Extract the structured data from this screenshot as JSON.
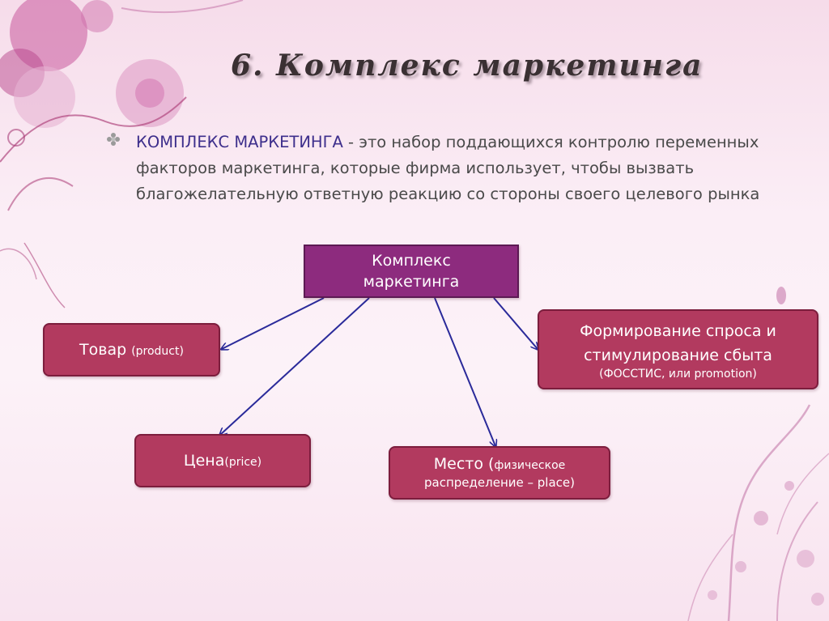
{
  "slide": {
    "title": "6. Комплекс маркетинга"
  },
  "definition": {
    "term": "КОМПЛЕКС МАРКЕТИНГА",
    "text": " - это набор поддающихся контролю переменных факторов маркетинга, которые фирма использует, чтобы вызвать благожелательную ответную реакцию со стороны своего целевого рынка"
  },
  "diagram": {
    "center": {
      "line1": "Комплекс",
      "line2": "маркетинга"
    },
    "product": {
      "main": "Товар ",
      "sub": "(product)"
    },
    "price": {
      "main": "Цена",
      "sub": "(price)"
    },
    "place": {
      "main": "Место (",
      "sub": "физическое",
      "line2": "распределение – place)"
    },
    "promotion": {
      "line1": "Формирование спроса и",
      "line2": "стимулирование сбыта",
      "line3": "(ФОССТИС, или promotion)"
    }
  },
  "colors": {
    "box_fill": "#b23a5f",
    "center_fill": "#8d2b7e",
    "arrow": "#2a2a9a",
    "term_text": "#3e2f8c",
    "body_text": "#4a4a4a"
  }
}
